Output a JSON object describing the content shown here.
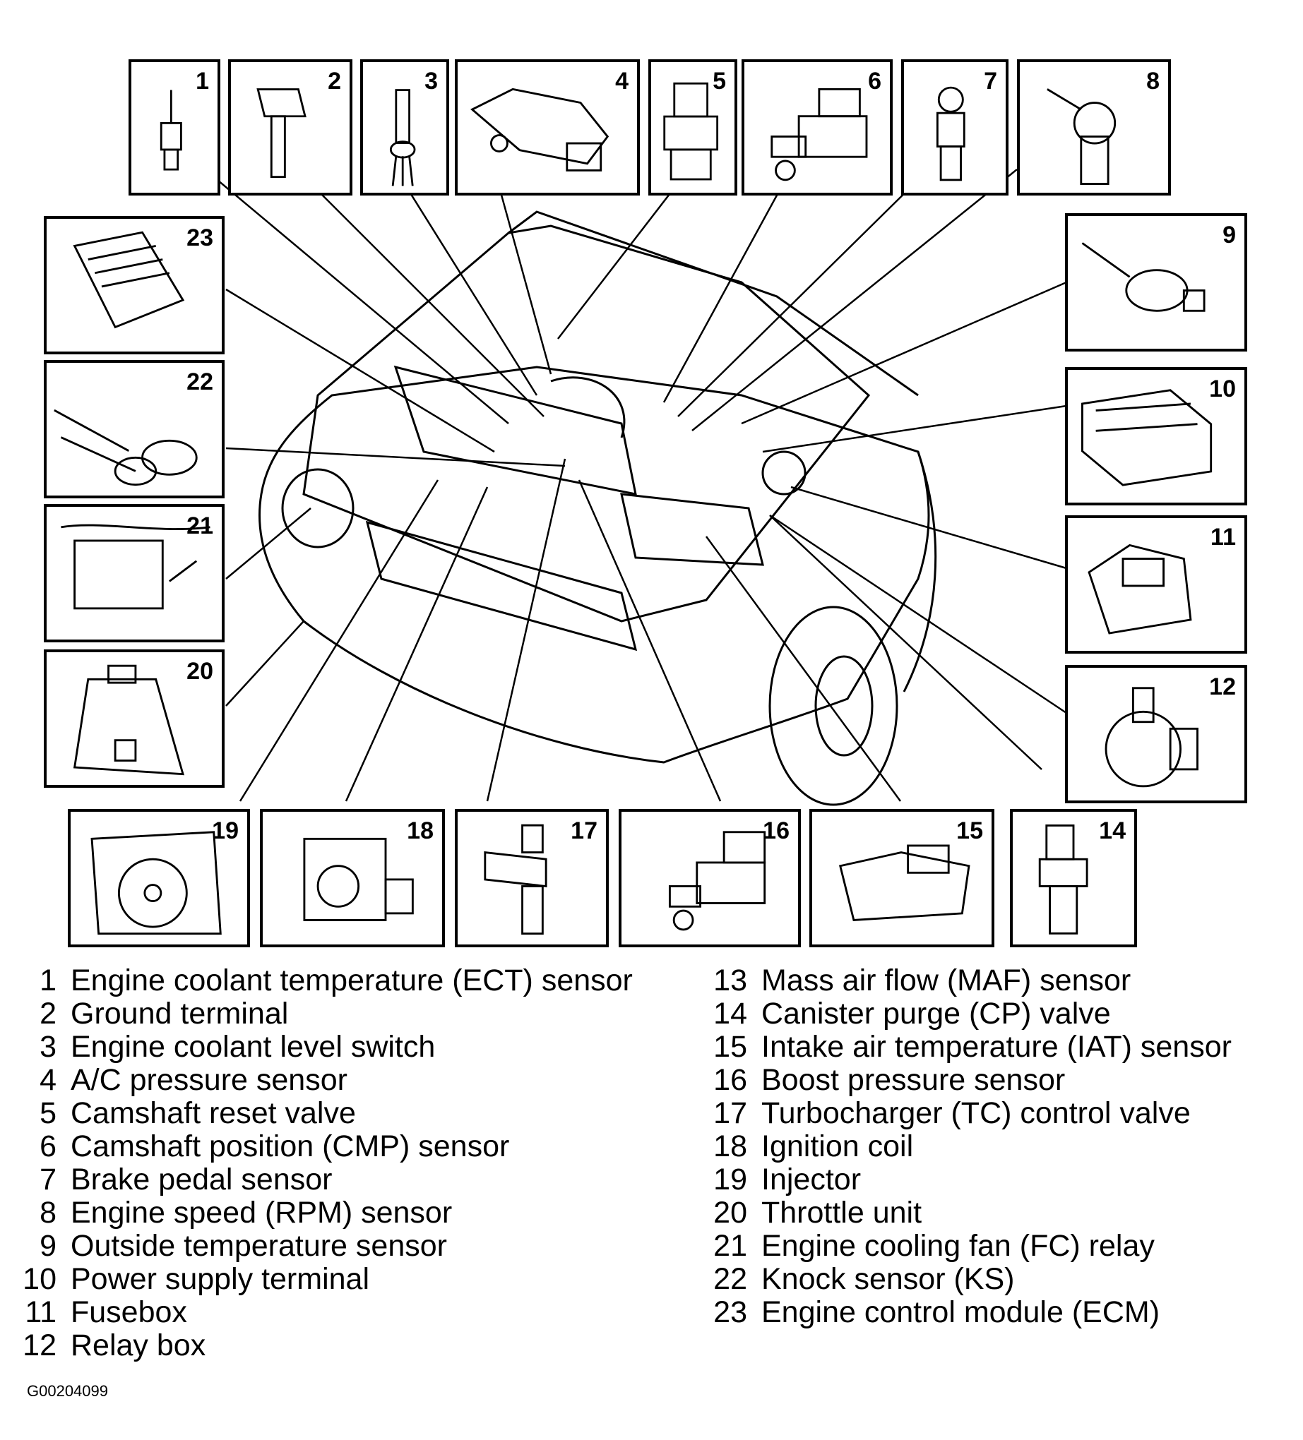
{
  "components": [
    {
      "num": "1",
      "label": "Engine coolant temperature (ECT) sensor"
    },
    {
      "num": "2",
      "label": "Ground terminal"
    },
    {
      "num": "3",
      "label": "Engine coolant level switch"
    },
    {
      "num": "4",
      "label": "A/C pressure sensor"
    },
    {
      "num": "5",
      "label": "Camshaft reset valve"
    },
    {
      "num": "6",
      "label": "Camshaft position (CMP) sensor"
    },
    {
      "num": "7",
      "label": "Brake pedal sensor"
    },
    {
      "num": "8",
      "label": "Engine speed (RPM) sensor"
    },
    {
      "num": "9",
      "label": "Outside temperature sensor"
    },
    {
      "num": "10",
      "label": "Power supply terminal"
    },
    {
      "num": "11",
      "label": "Fusebox"
    },
    {
      "num": "12",
      "label": "Relay box"
    },
    {
      "num": "13",
      "label": "Mass air flow (MAF) sensor"
    },
    {
      "num": "14",
      "label": "Canister purge (CP) valve"
    },
    {
      "num": "15",
      "label": "Intake air temperature (IAT) sensor"
    },
    {
      "num": "16",
      "label": "Boost pressure sensor"
    },
    {
      "num": "17",
      "label": "Turbocharger (TC) control valve"
    },
    {
      "num": "18",
      "label": "Ignition coil"
    },
    {
      "num": "19",
      "label": "Injector"
    },
    {
      "num": "20",
      "label": "Throttle unit"
    },
    {
      "num": "21",
      "label": "Engine cooling fan (FC) relay"
    },
    {
      "num": "22",
      "label": "Knock sensor (KS)"
    },
    {
      "num": "23",
      "label": "Engine control module (ECM)"
    }
  ],
  "figure_code": "G00204099"
}
